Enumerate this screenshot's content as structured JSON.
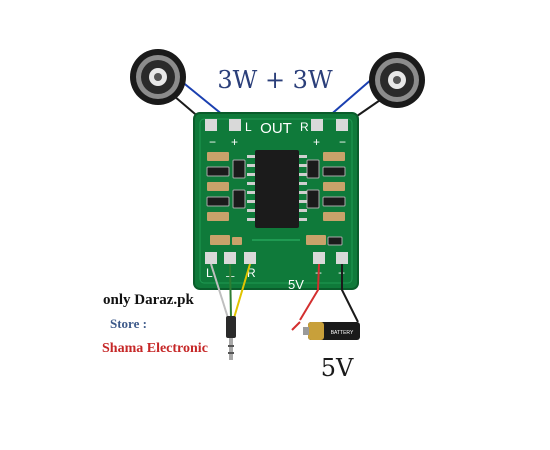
{
  "power_label": "3W + 3W",
  "board": {
    "out_label": "OUT",
    "left_out": "L",
    "right_out": "R",
    "top_minus_left": "−",
    "top_plus_left": "+",
    "top_plus_right": "+",
    "top_minus_right": "−",
    "in_left": "L",
    "in_ground": "⊥",
    "in_right": "R",
    "supply_label": "5V",
    "supply_plus": "+",
    "supply_minus": "−"
  },
  "battery": {
    "mark": "BATTERY",
    "voltage_label": "5V"
  },
  "store": {
    "line1": "only Daraz.pk",
    "line2": "Store :",
    "line3": "Shama Electronic"
  },
  "colors": {
    "pcb": "#0f7a3a",
    "pcb_dark": "#0a5c2b",
    "silk": "#ffffff",
    "pad": "#d9d9d9",
    "chip": "#1b1b1b",
    "wire_black": "#1a1a1a",
    "wire_red": "#d32f2f",
    "wire_green": "#2e7d32",
    "wire_yellow": "#e0c400",
    "wire_white": "#bfbfbf",
    "label_blue": "#2b3f7a",
    "store_red": "#c62828"
  }
}
